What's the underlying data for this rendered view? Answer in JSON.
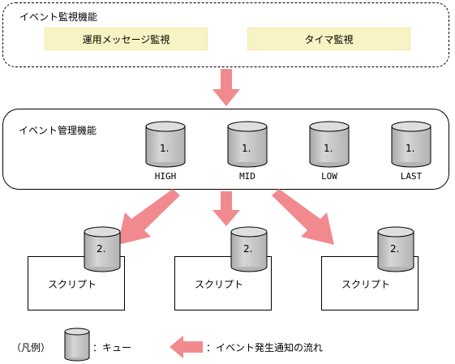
{
  "event_monitor": {
    "title": "イベント監視機能",
    "op_message_monitor": "運用メッセージ監視",
    "timer_monitor": "タイマ監視"
  },
  "event_manager": {
    "title": "イベント管理機能",
    "queues": [
      {
        "number": "1.",
        "label": "HIGH"
      },
      {
        "number": "1.",
        "label": "MID"
      },
      {
        "number": "1.",
        "label": "LOW"
      },
      {
        "number": "1.",
        "label": "LAST"
      }
    ]
  },
  "scripts": [
    {
      "number": "2.",
      "label": "スクリプト"
    },
    {
      "number": "2.",
      "label": "スクリプト"
    },
    {
      "number": "2.",
      "label": "スクリプト"
    }
  ],
  "legend": {
    "title": "（凡例）",
    "queue_label": "：キュー",
    "flow_label": "：イベント発生通知の流れ"
  },
  "colors": {
    "arrow": "#f08a8e",
    "cylinder_fill": "#c8c8c8",
    "cylinder_top": "#dedede",
    "box_fill": "#f8f3c4"
  }
}
